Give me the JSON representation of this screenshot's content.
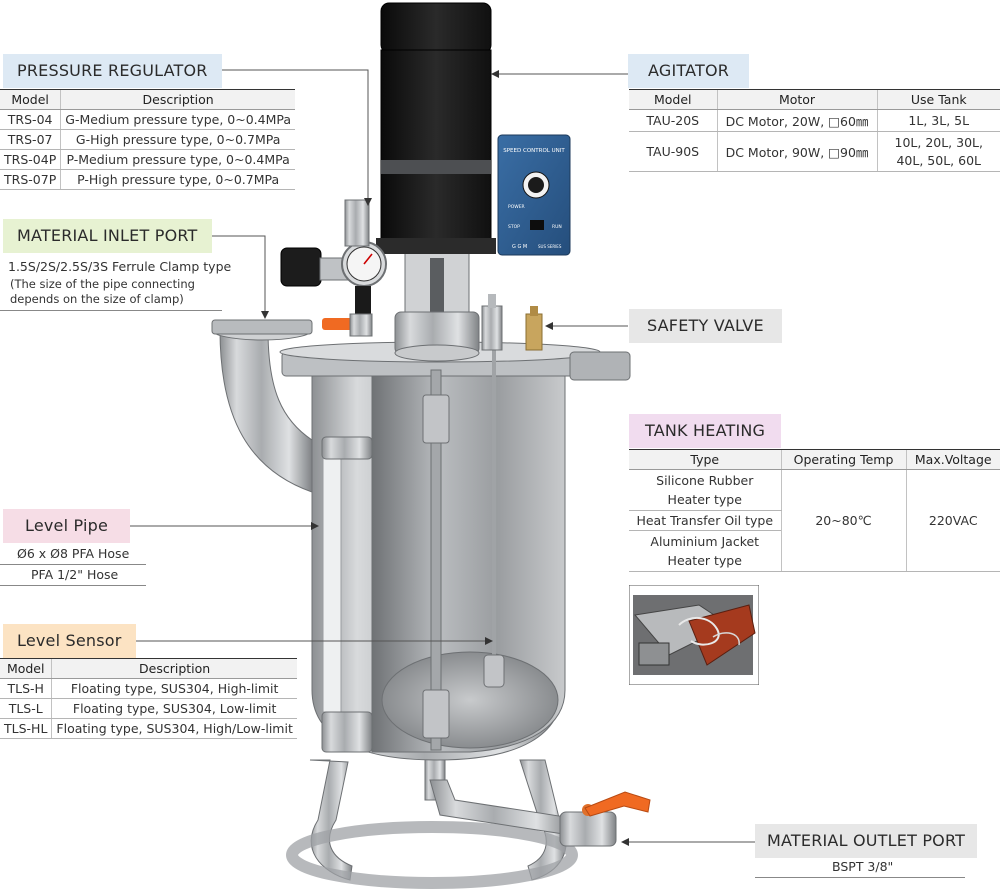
{
  "pressure_regulator": {
    "title": "PRESSURE REGULATOR",
    "headers": [
      "Model",
      "Description"
    ],
    "rows": [
      [
        "TRS-04",
        "G-Medium pressure type, 0~0.4MPa"
      ],
      [
        "TRS-07",
        "G-High pressure type, 0~0.7MPa"
      ],
      [
        "TRS-04P",
        "P-Medium pressure type, 0~0.4MPa"
      ],
      [
        "TRS-07P",
        "P-High pressure type, 0~0.7MPa"
      ]
    ]
  },
  "material_inlet": {
    "title": "MATERIAL INLET PORT",
    "line1": "1.5S/2S/2.5S/3S Ferrule Clamp type",
    "note1": "(The size of the pipe connecting",
    "note2": "depends on the size of clamp)"
  },
  "level_pipe": {
    "title": "Level Pipe",
    "line1": "Ø6 x Ø8 PFA Hose",
    "line2": "PFA 1/2\" Hose"
  },
  "level_sensor": {
    "title": "Level Sensor",
    "headers": [
      "Model",
      "Description"
    ],
    "rows": [
      [
        "TLS-H",
        "Floating type, SUS304, High-limit"
      ],
      [
        "TLS-L",
        "Floating type, SUS304, Low-limit"
      ],
      [
        "TLS-HL",
        "Floating type, SUS304, High/Low-limit"
      ]
    ]
  },
  "agitator": {
    "title": "AGITATOR",
    "headers": [
      "Model",
      "Motor",
      "Use Tank"
    ],
    "rows": [
      [
        "TAU-20S",
        "DC Motor, 20W, □60㎜",
        "1L, 3L, 5L",
        ""
      ],
      [
        "TAU-90S",
        "DC Motor, 90W, □90㎜",
        "10L, 20L, 30L,",
        "40L, 50L, 60L"
      ]
    ]
  },
  "safety_valve": {
    "title": "SAFETY VALVE"
  },
  "tank_heating": {
    "title": "TANK HEATING",
    "headers": [
      "Type",
      "Operating Temp",
      "Max.Voltage"
    ],
    "types": [
      "Silicone Rubber",
      "Heater type",
      "Heat Transfer Oil type",
      "Aluminium Jacket",
      "Heater type"
    ],
    "operating_temp": "20~80℃",
    "max_voltage": "220VAC"
  },
  "material_outlet": {
    "title": "MATERIAL OUTLET PORT",
    "spec": "BSPT 3/8\""
  },
  "controller": {
    "title": "SPEED CONTROL UNIT",
    "power": "POWER",
    "run": "RUN",
    "stop": "STOP",
    "brand": "G G M",
    "series": "SUS SERIES"
  },
  "colors": {
    "motor": "#151515",
    "controller": "#2f5f93",
    "steel": "#c9cbcd",
    "handle": "#f06a22"
  }
}
